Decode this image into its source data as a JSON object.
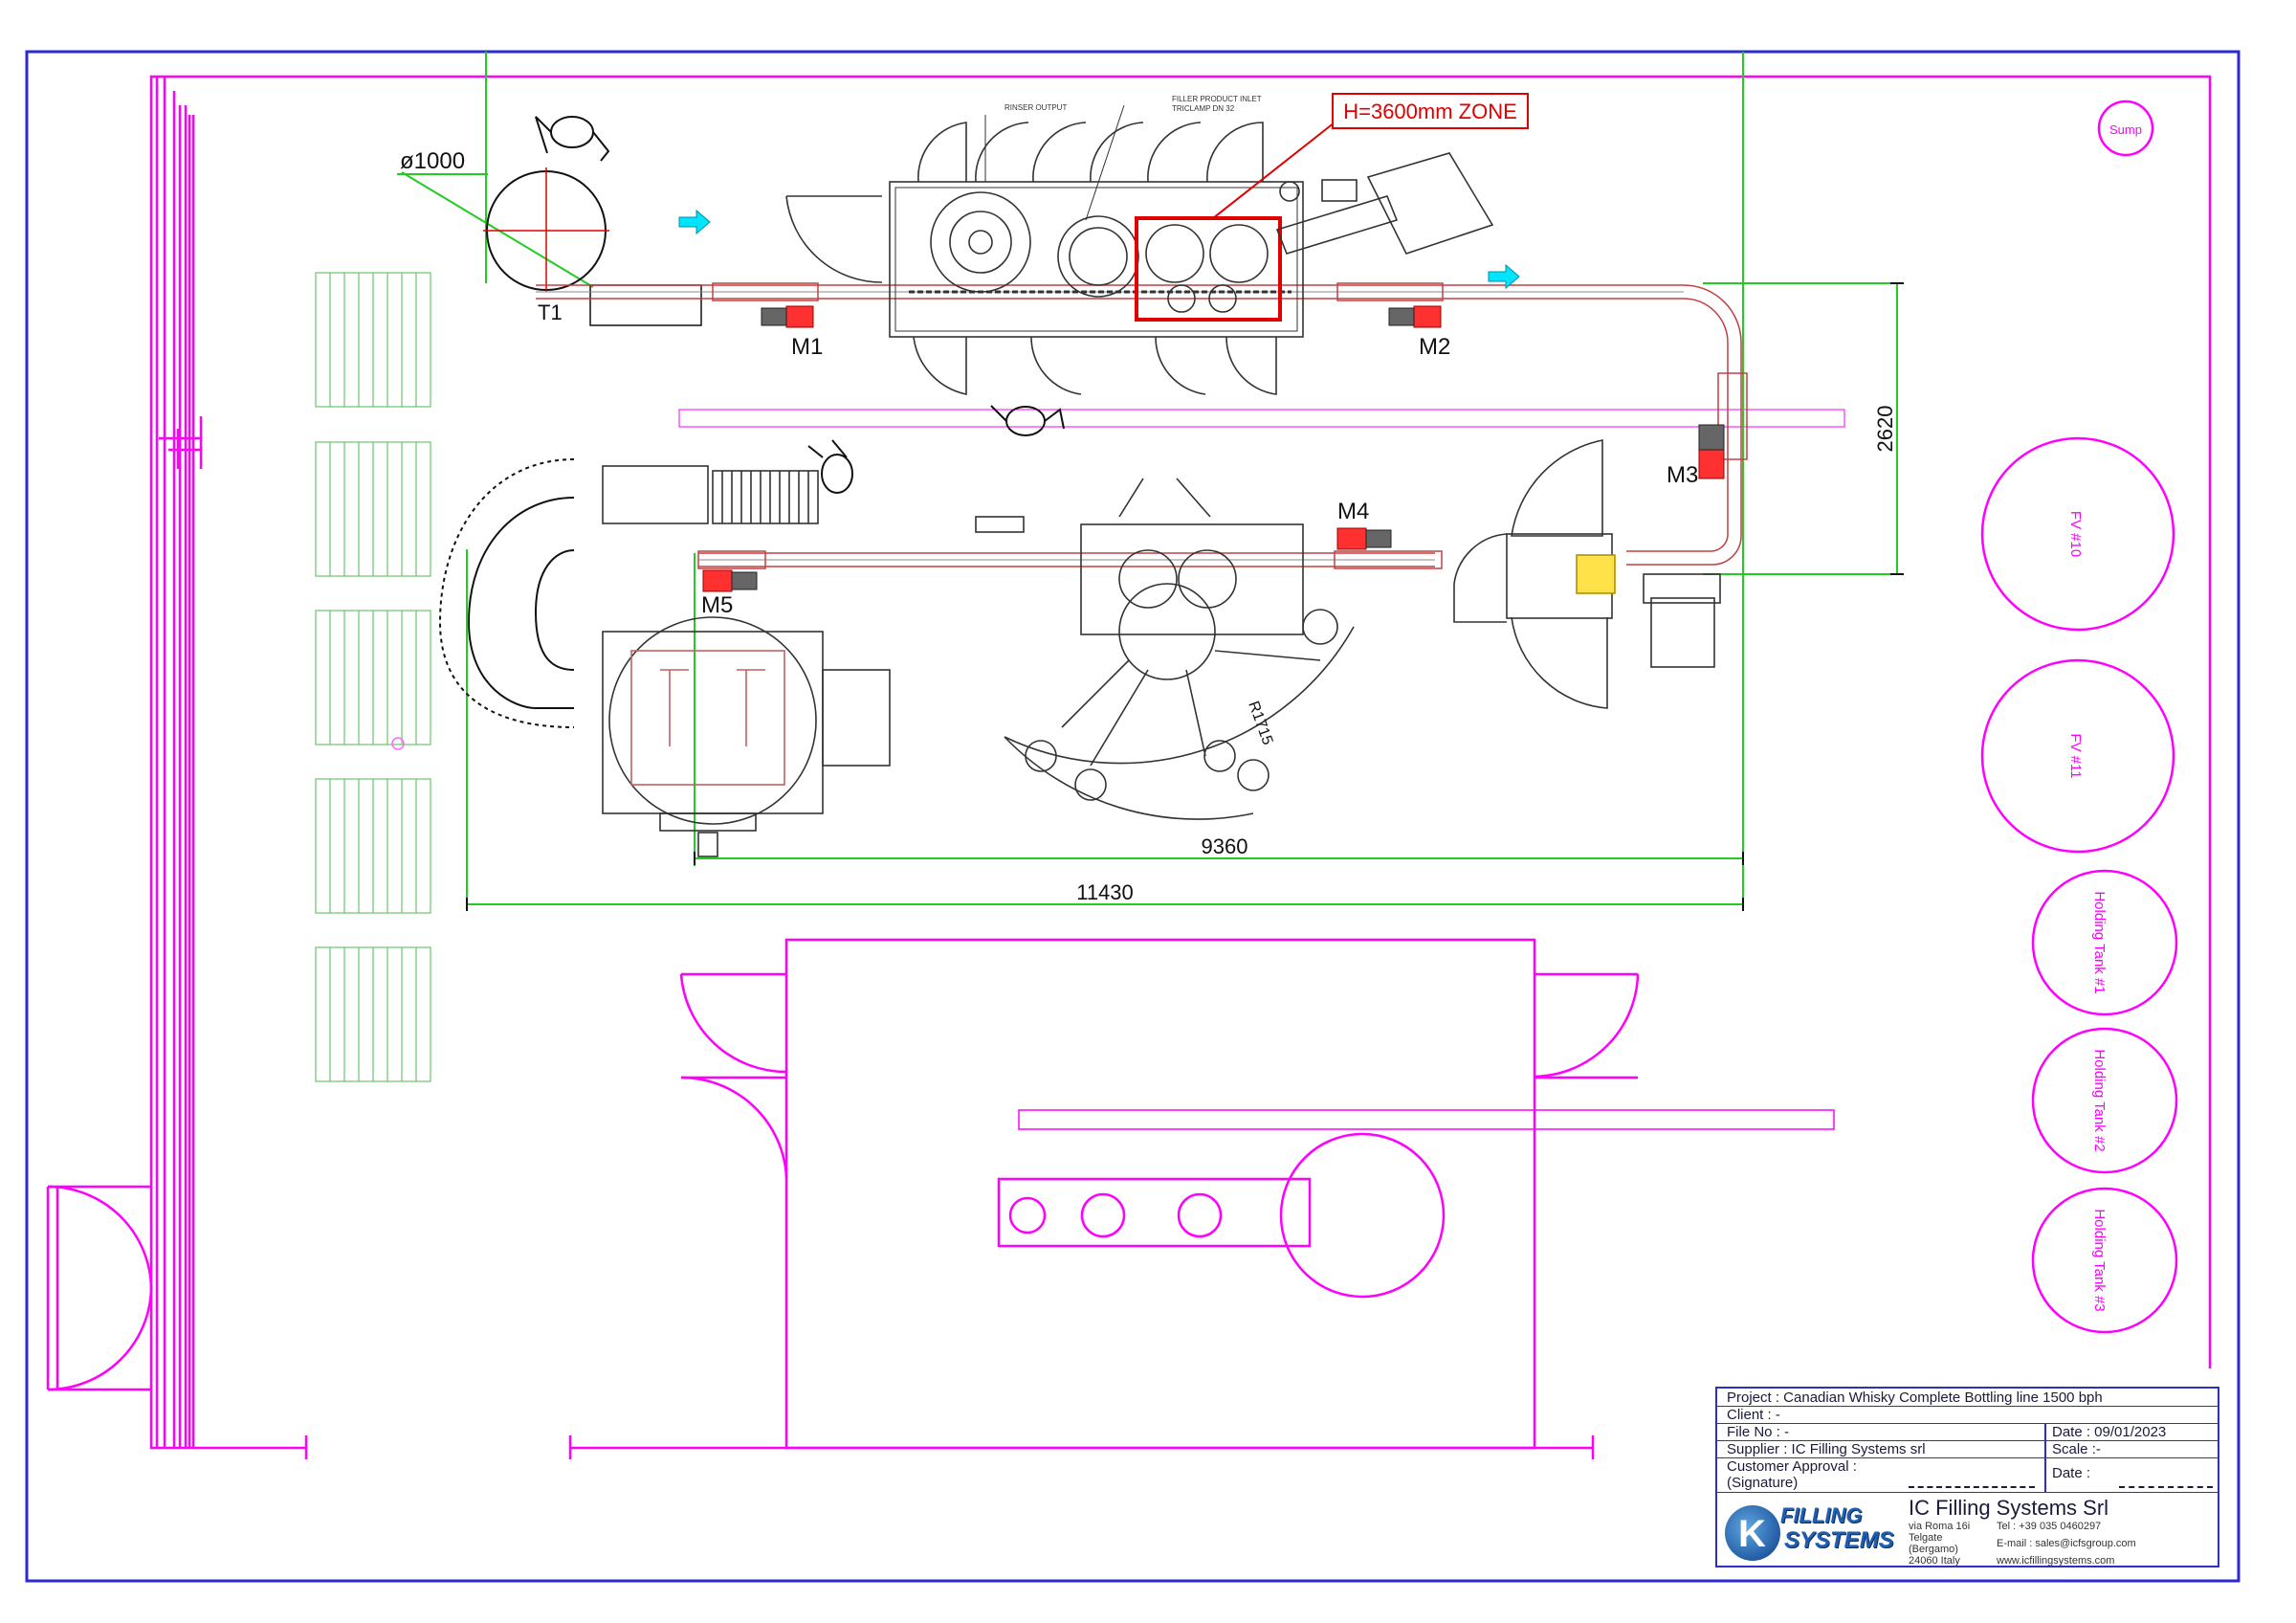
{
  "drawing": {
    "dimensions": {
      "diameter": "ø1000",
      "height_zone": "H=3600mm ZONE",
      "vertical": "2620",
      "inner_length": "9360",
      "outer_length": "11430",
      "radius": "R1715"
    },
    "labels": {
      "t1": "T1",
      "m1": "M1",
      "m2": "M2",
      "m3": "M3",
      "m4": "M4",
      "m5": "M5",
      "sump": "Sump",
      "fv10": "FV #10",
      "fv11": "FV #11",
      "ht1": "Holding Tank #1",
      "ht2": "Holding Tank #2",
      "ht3": "Holding Tank #3",
      "rinser_output": "RINSER OUTPUT",
      "filler_inlet_1": "FILLER PRODUCT INLET",
      "filler_inlet_2": "TRICLAMP DN 32"
    },
    "colors": {
      "frame": "#2a2ad0",
      "magenta": "#ff00ff",
      "green": "#22cc22",
      "red": "#e00000",
      "machine": "#333333",
      "cyan_arrow": "#00e5ff"
    }
  },
  "titleblock": {
    "project": "Project :  Canadian Whisky Complete Bottling line 1500 bph",
    "client": "Client :  -",
    "file_no": "File No :  -",
    "date": "Date : 09/01/2023",
    "supplier": "Supplier : IC Filling Systems srl",
    "scale": "Scale :-",
    "approval": "Customer Approval :",
    "signature": "(Signature)",
    "approval_date": "Date :",
    "company": "IC Filling Systems Srl",
    "address_1": "via Roma 16i",
    "address_2": "Telgate",
    "address_3": "(Bergamo)",
    "address_4": "24060 Italy",
    "tel": "Tel : +39 035 0460297",
    "email": "E-mail : sales@icfsgroup.com",
    "web": "www.icfillingsystems.com",
    "logo_1": "FILLING",
    "logo_2": "SYSTEMS",
    "logo_letter": "K"
  }
}
